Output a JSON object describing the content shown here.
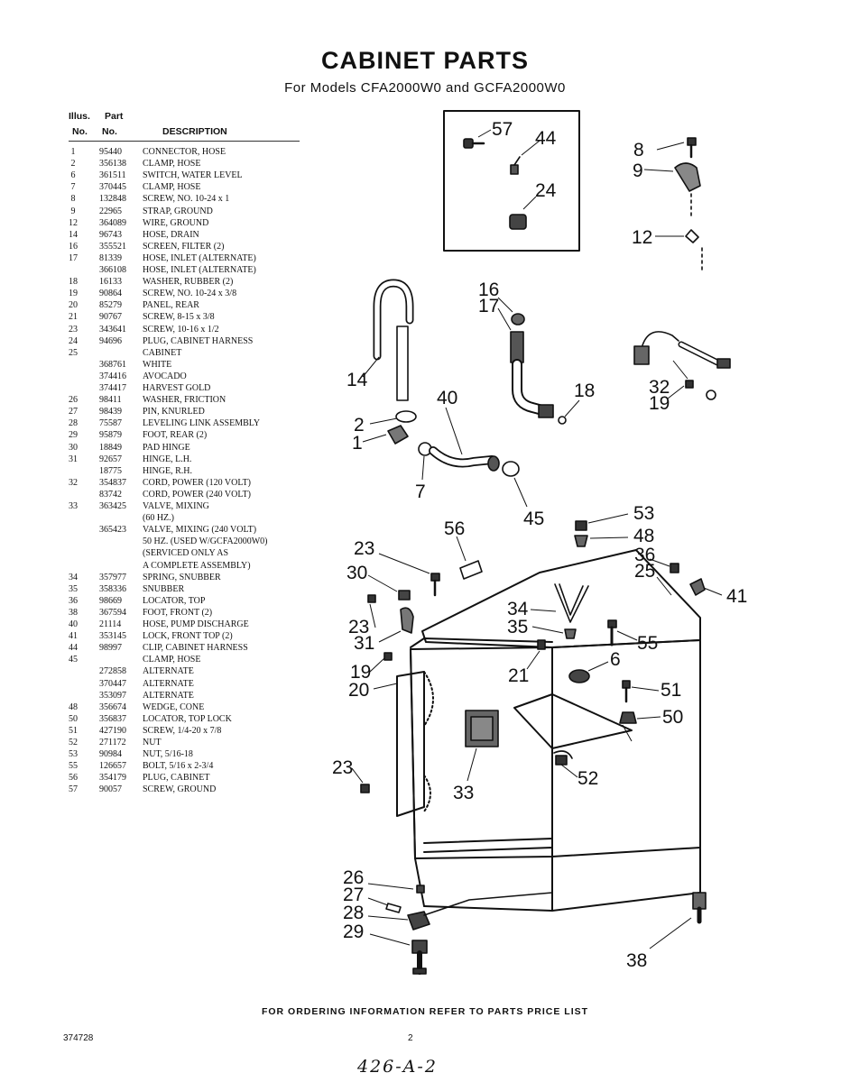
{
  "title": "CABINET PARTS",
  "subtitle": "For Models CFA2000W0 and GCFA2000W0",
  "columns": {
    "illus_line1": "Illus.",
    "illus_line2": "No.",
    "part_line1": "Part",
    "part_line2": "No.",
    "description": "DESCRIPTION"
  },
  "parts": [
    {
      "illus": "1",
      "part": "95440",
      "desc": "CONNECTOR, HOSE"
    },
    {
      "illus": "2",
      "part": "356138",
      "desc": "CLAMP, HOSE"
    },
    {
      "illus": "6",
      "part": "361511",
      "desc": "SWITCH, WATER LEVEL"
    },
    {
      "illus": "7",
      "part": "370445",
      "desc": "CLAMP, HOSE"
    },
    {
      "illus": "8",
      "part": "132848",
      "desc": "SCREW, NO. 10-24 x 1"
    },
    {
      "illus": "9",
      "part": "22965",
      "desc": "STRAP, GROUND"
    },
    {
      "illus": "12",
      "part": "364089",
      "desc": "WIRE, GROUND"
    },
    {
      "illus": "14",
      "part": "96743",
      "desc": "HOSE, DRAIN"
    },
    {
      "illus": "16",
      "part": "355521",
      "desc": "SCREEN, FILTER (2)"
    },
    {
      "illus": "17",
      "part": "81339",
      "desc": "HOSE, INLET (ALTERNATE)"
    },
    {
      "illus": "",
      "part": "366108",
      "desc": "HOSE, INLET (ALTERNATE)"
    },
    {
      "illus": "18",
      "part": "16133",
      "desc": "WASHER, RUBBER (2)"
    },
    {
      "illus": "19",
      "part": "90864",
      "desc": "SCREW, NO. 10-24 x 3/8"
    },
    {
      "illus": "20",
      "part": "85279",
      "desc": "PANEL, REAR"
    },
    {
      "illus": "21",
      "part": "90767",
      "desc": "SCREW, 8-15 x 3/8"
    },
    {
      "illus": "23",
      "part": "343641",
      "desc": "SCREW, 10-16 x 1/2"
    },
    {
      "illus": "24",
      "part": "94696",
      "desc": "PLUG, CABINET HARNESS"
    },
    {
      "illus": "25",
      "part": "",
      "desc": "CABINET"
    },
    {
      "illus": "",
      "part": "368761",
      "desc": "WHITE"
    },
    {
      "illus": "",
      "part": "374416",
      "desc": "AVOCADO"
    },
    {
      "illus": "",
      "part": "374417",
      "desc": "HARVEST GOLD"
    },
    {
      "illus": "26",
      "part": "98411",
      "desc": "WASHER, FRICTION"
    },
    {
      "illus": "27",
      "part": "98439",
      "desc": "PIN, KNURLED"
    },
    {
      "illus": "28",
      "part": "75587",
      "desc": "LEVELING LINK ASSEMBLY"
    },
    {
      "illus": "29",
      "part": "95879",
      "desc": "FOOT, REAR (2)"
    },
    {
      "illus": "30",
      "part": "18849",
      "desc": "PAD HINGE"
    },
    {
      "illus": "31",
      "part": "92657",
      "desc": "HINGE, L.H."
    },
    {
      "illus": "",
      "part": "18775",
      "desc": "HINGE, R.H."
    },
    {
      "illus": "32",
      "part": "354837",
      "desc": "CORD, POWER (120 VOLT)"
    },
    {
      "illus": "",
      "part": "83742",
      "desc": "CORD, POWER (240 VOLT)"
    },
    {
      "illus": "33",
      "part": "363425",
      "desc": "VALVE, MIXING"
    },
    {
      "illus": "",
      "part": "",
      "desc": "(60 HZ.)"
    },
    {
      "illus": "",
      "part": "365423",
      "desc": "VALVE, MIXING (240 VOLT)"
    },
    {
      "illus": "",
      "part": "",
      "desc": "50 HZ. (USED W/GCFA2000W0)"
    },
    {
      "illus": "",
      "part": "",
      "desc": "(SERVICED ONLY AS"
    },
    {
      "illus": "",
      "part": "",
      "desc": "A COMPLETE ASSEMBLY)"
    },
    {
      "illus": "34",
      "part": "357977",
      "desc": "SPRING, SNUBBER"
    },
    {
      "illus": "35",
      "part": "358336",
      "desc": "SNUBBER"
    },
    {
      "illus": "36",
      "part": "98669",
      "desc": "LOCATOR, TOP"
    },
    {
      "illus": "38",
      "part": "367594",
      "desc": "FOOT, FRONT (2)"
    },
    {
      "illus": "40",
      "part": "21114",
      "desc": "HOSE, PUMP DISCHARGE"
    },
    {
      "illus": "41",
      "part": "353145",
      "desc": "LOCK, FRONT TOP (2)"
    },
    {
      "illus": "44",
      "part": "98997",
      "desc": "CLIP, CABINET HARNESS"
    },
    {
      "illus": "45",
      "part": "",
      "desc": "CLAMP, HOSE"
    },
    {
      "illus": "",
      "part": "272858",
      "desc": "ALTERNATE"
    },
    {
      "illus": "",
      "part": "370447",
      "desc": "ALTERNATE"
    },
    {
      "illus": "",
      "part": "353097",
      "desc": "ALTERNATE"
    },
    {
      "illus": "48",
      "part": "356674",
      "desc": "WEDGE, CONE"
    },
    {
      "illus": "50",
      "part": "356837",
      "desc": "LOCATOR, TOP LOCK"
    },
    {
      "illus": "51",
      "part": "427190",
      "desc": "SCREW, 1/4-20 x 7/8"
    },
    {
      "illus": "52",
      "part": "271172",
      "desc": "NUT"
    },
    {
      "illus": "53",
      "part": "90984",
      "desc": "NUT, 5/16-18"
    },
    {
      "illus": "55",
      "part": "126657",
      "desc": "BOLT, 5/16 x 2-3/4"
    },
    {
      "illus": "56",
      "part": "354179",
      "desc": "PLUG, CABINET"
    },
    {
      "illus": "57",
      "part": "90057",
      "desc": "SCREW, GROUND"
    }
  ],
  "callouts": {
    "c57": "57",
    "c44": "44",
    "c24": "24",
    "c8": "8",
    "c9": "9",
    "c12": "12",
    "c16": "16",
    "c17": "17",
    "c14": "14",
    "c40": "40",
    "c18": "18",
    "c32": "32",
    "c19a": "19",
    "c2": "2",
    "c1": "1",
    "c7": "7",
    "c45": "45",
    "c56": "56",
    "c53": "53",
    "c48": "48",
    "c36": "36",
    "c25": "25",
    "c41": "41",
    "c23a": "23",
    "c30": "30",
    "c34": "34",
    "c35": "35",
    "c55": "55",
    "c23b": "23",
    "c31": "31",
    "c6": "6",
    "c21": "21",
    "c19b": "19",
    "c20": "20",
    "c51": "51",
    "c50": "50",
    "c23c": "23",
    "c33": "33",
    "c52": "52",
    "c26": "26",
    "c27": "27",
    "c28": "28",
    "c29": "29",
    "c38": "38"
  },
  "footer": "FOR ORDERING INFORMATION REFER TO PARTS PRICE LIST",
  "doc_number": "374728",
  "page_number": "2",
  "handwritten_note": "426-A-2"
}
